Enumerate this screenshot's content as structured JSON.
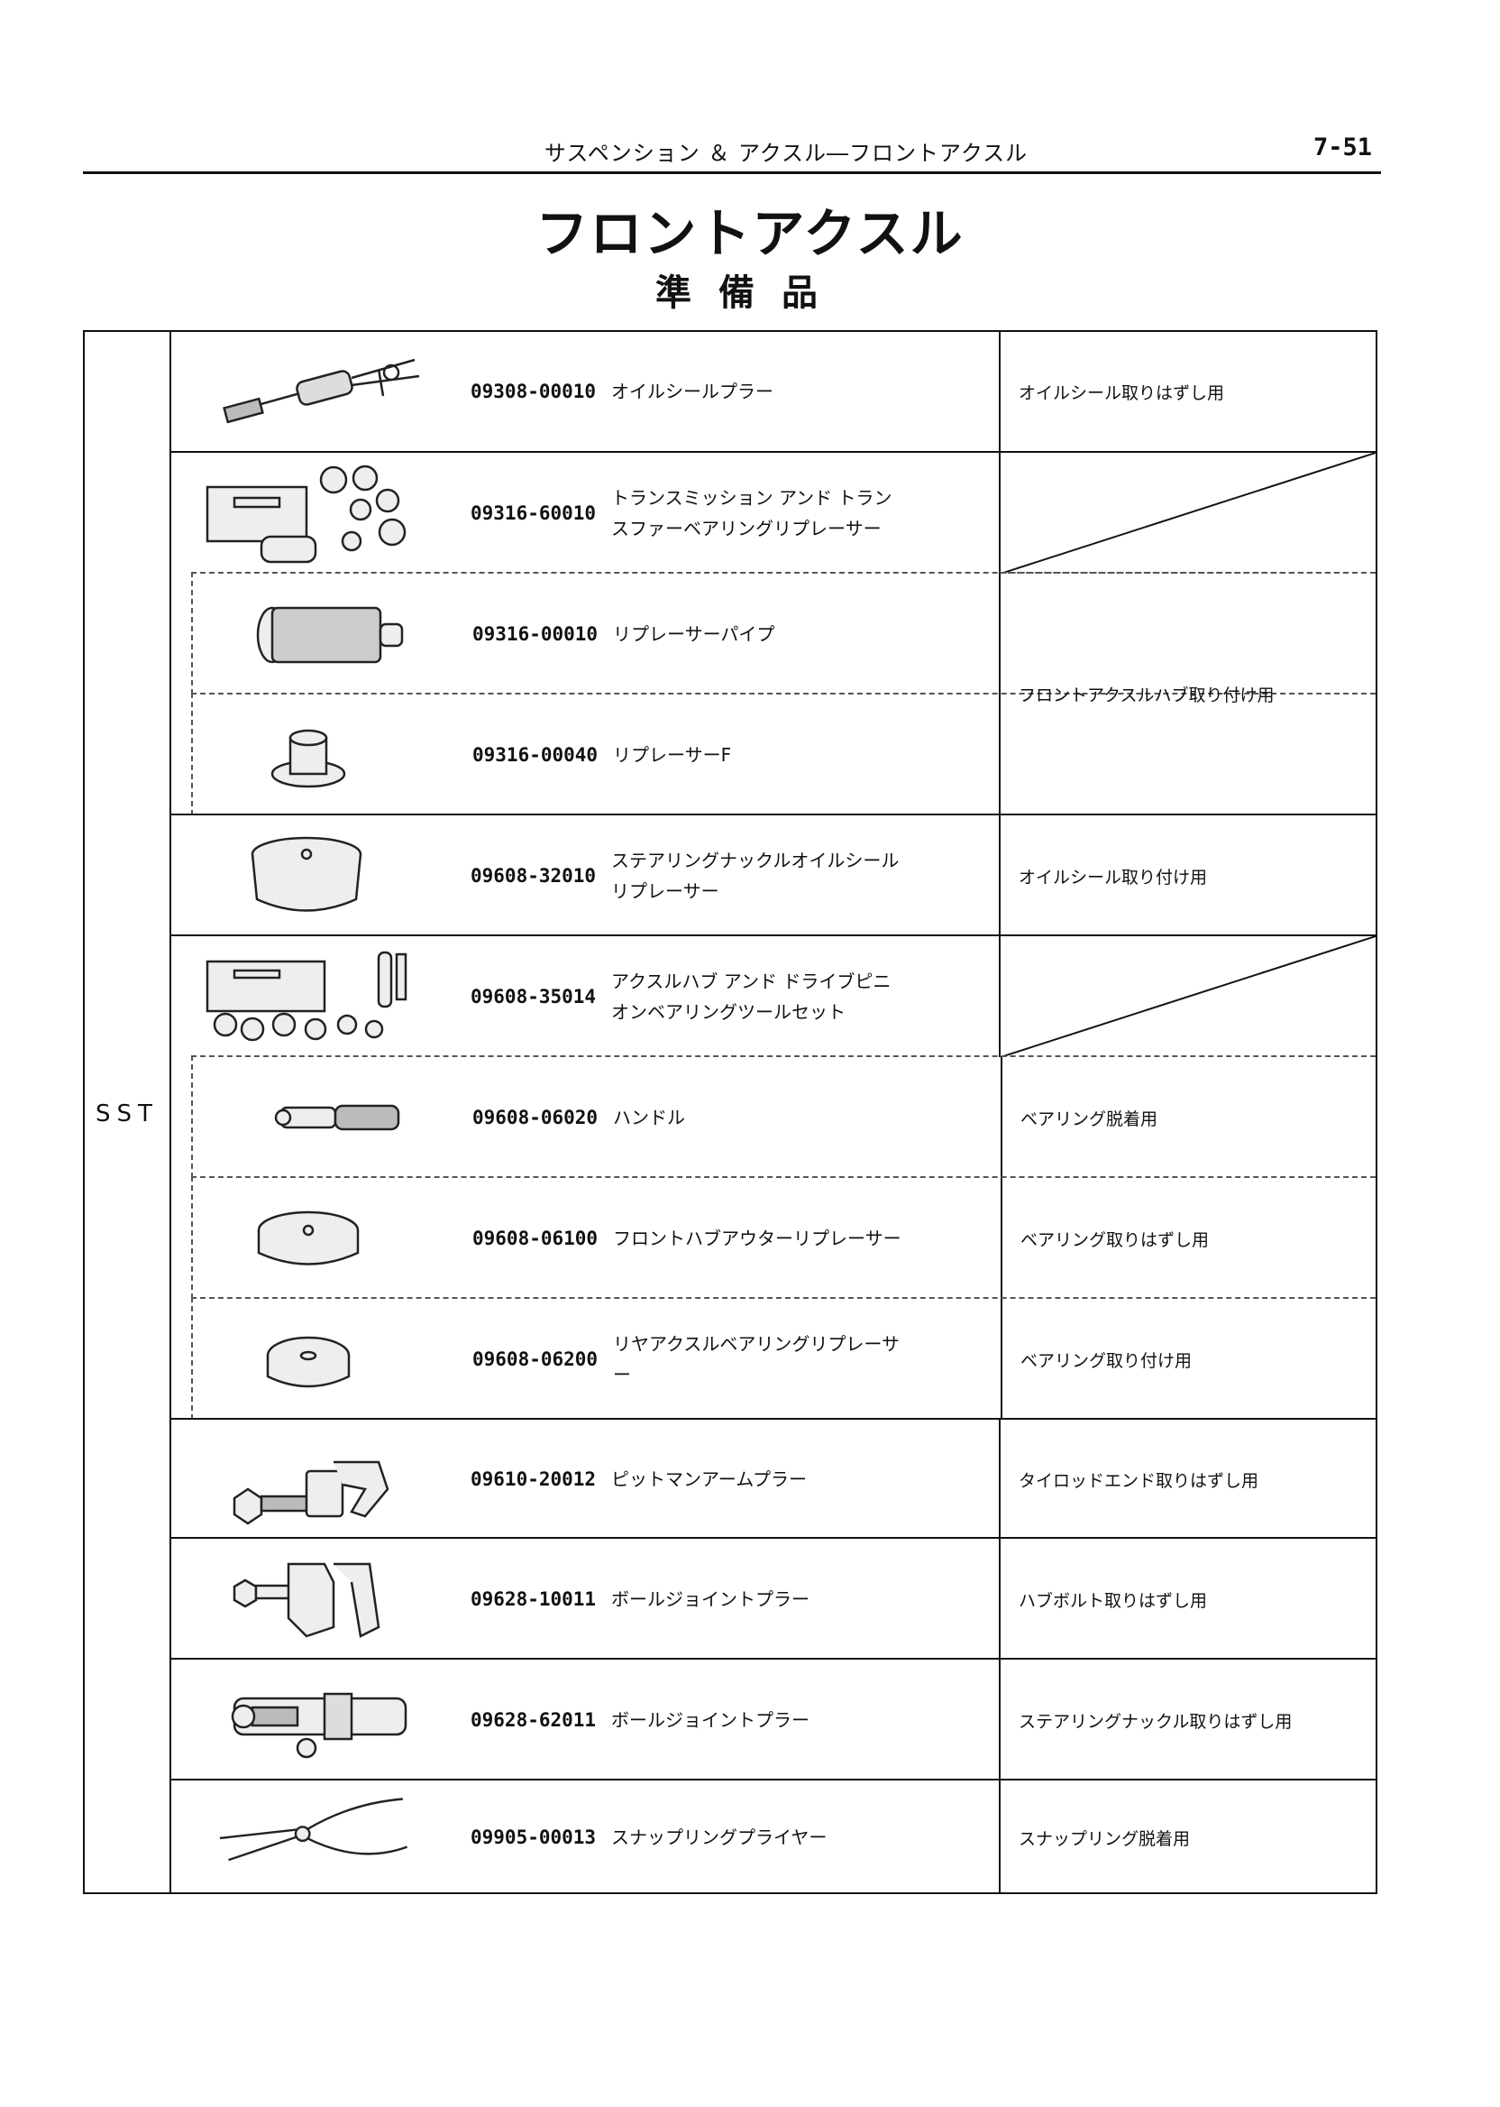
{
  "header": {
    "running_head": "サスペンション ＆ アクスル―フロントアクスル",
    "page_number": "7-51"
  },
  "title": "フロントアクスル",
  "subtitle": "準備品",
  "table": {
    "category": "SST",
    "rows": [
      {
        "part_no": "09308-00010",
        "name": "オイルシールプラー",
        "use": "オイルシール取りはずし用",
        "illustration": "oil-seal-puller-icon"
      },
      {
        "part_no": "09316-60010",
        "name": "トランスミッション アンド トランスファーベアリングリプレーサー",
        "use": "",
        "illustration": "bearing-replacer-set-icon"
      },
      {
        "part_no": "09316-00010",
        "name": "リプレーサーパイプ",
        "use": "フロントアクスルハブ取り付け用",
        "illustration": "replacer-pipe-icon"
      },
      {
        "part_no": "09316-00040",
        "name": "リプレーサーF",
        "use": "",
        "illustration": "replacer-f-icon"
      },
      {
        "part_no": "09608-32010",
        "name": "ステアリングナックルオイルシールリプレーサー",
        "use": "オイルシール取り付け用",
        "illustration": "knuckle-seal-replacer-icon"
      },
      {
        "part_no": "09608-35014",
        "name": "アクスルハブ アンド ドライブピニオンベアリングツールセット",
        "use": "",
        "illustration": "bearing-tool-set-icon"
      },
      {
        "part_no": "09608-06020",
        "name": "ハンドル",
        "use": "ベアリング脱着用",
        "illustration": "handle-icon"
      },
      {
        "part_no": "09608-06100",
        "name": "フロントハブアウターリプレーサー",
        "use": "ベアリング取りはずし用",
        "illustration": "hub-outer-replacer-icon"
      },
      {
        "part_no": "09608-06200",
        "name": "リヤアクスルベアリングリプレーサー",
        "use": "ベアリング取り付け用",
        "illustration": "rear-bearing-replacer-icon"
      },
      {
        "part_no": "09610-20012",
        "name": "ピットマンアームプラー",
        "use": "タイロッドエンド取りはずし用",
        "illustration": "pitman-arm-puller-icon"
      },
      {
        "part_no": "09628-10011",
        "name": "ボールジョイントプラー",
        "use": "ハブボルト取りはずし用",
        "illustration": "ball-joint-puller-icon"
      },
      {
        "part_no": "09628-62011",
        "name": "ボールジョイントプラー",
        "use": "ステアリングナックル取りはずし用",
        "illustration": "ball-joint-puller-2-icon"
      },
      {
        "part_no": "09905-00013",
        "name": "スナップリングプライヤー",
        "use": "スナップリング脱着用",
        "illustration": "snap-ring-pliers-icon"
      }
    ]
  }
}
